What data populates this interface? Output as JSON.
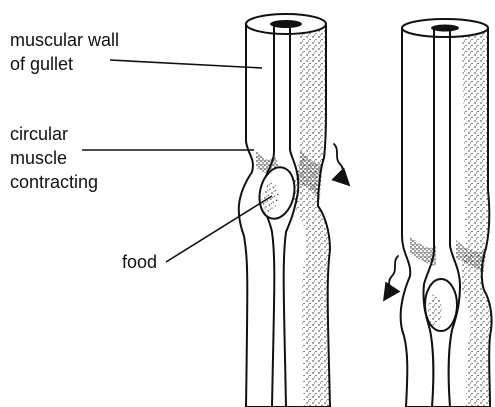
{
  "labels": {
    "muscular_wall_line1": "muscular wall",
    "muscular_wall_line2": "of gullet",
    "circular_line1": "circular",
    "circular_line2": "muscle",
    "circular_line3": "contracting",
    "food": "food"
  },
  "colors": {
    "ink": "#111111",
    "background": "#ffffff"
  },
  "icons": {
    "motion_arrow": "wavy-down-arrow-icon"
  }
}
